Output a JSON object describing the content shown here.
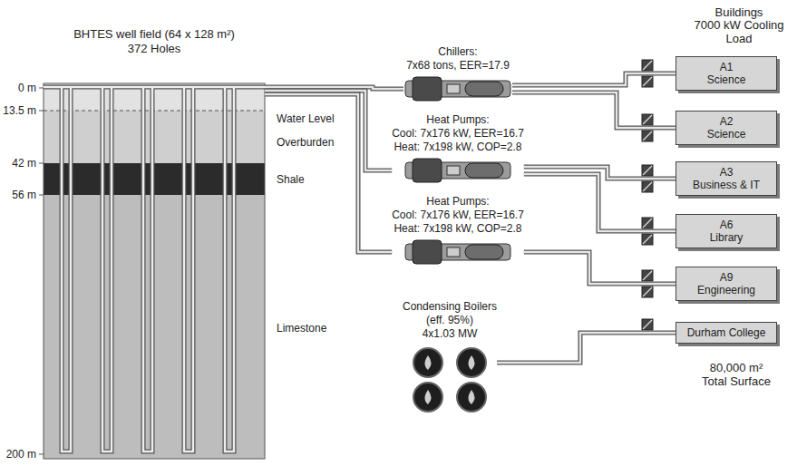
{
  "diagram": {
    "nodes": [
      {
        "text": [
          "BHTES well field (64 x 128 m²)",
          "372 Holes"
        ]
      },
      {
        "text": [
          "Chillers:",
          "7x68 tons, EER=17.9"
        ]
      },
      {
        "text": [
          "Heat Pumps:",
          "Cool: 7x176 kW, EER=16.7",
          "Heat: 7x198 kW, COP=2.8"
        ]
      },
      {
        "text": [
          "Heat Pumps:",
          "Cool: 7x176 kW, EER=16.7",
          "Heat: 7x198 kW, COP=2.8"
        ]
      },
      {
        "text": [
          "Condensing Boilers",
          "(eff. 95%)",
          "4x1.03 MW"
        ]
      },
      {
        "text": [
          "A1",
          "Science"
        ]
      },
      {
        "text": [
          "A2",
          "Science"
        ]
      },
      {
        "text": [
          "A3",
          "Business & IT"
        ]
      },
      {
        "text": [
          "A6",
          "Library"
        ]
      },
      {
        "text": [
          "A9",
          "Engineering"
        ]
      },
      {
        "text": [
          "Durham College"
        ]
      }
    ],
    "edges": [
      {
        "from": 0,
        "to": 1,
        "arrow": "none"
      },
      {
        "from": 0,
        "to": 2,
        "arrow": "none"
      },
      {
        "from": 0,
        "to": 3,
        "arrow": "none"
      },
      {
        "from": 1,
        "to": 5,
        "arrow": "none"
      },
      {
        "from": 1,
        "to": 6,
        "arrow": "none"
      },
      {
        "from": 2,
        "to": 7,
        "arrow": "none"
      },
      {
        "from": 2,
        "to": 8,
        "arrow": "none"
      },
      {
        "from": 3,
        "to": 9,
        "arrow": "none"
      },
      {
        "from": 4,
        "to": 10,
        "arrow": "none"
      }
    ],
    "labels": [
      "0 m",
      "13.5 m",
      "42 m",
      "56 m",
      "200 m",
      "Water Level",
      "Overburden",
      "Shale",
      "Limestone",
      "Buildings",
      "7000 kW Cooling Load",
      "80,000 m² Total Surface"
    ]
  }
}
